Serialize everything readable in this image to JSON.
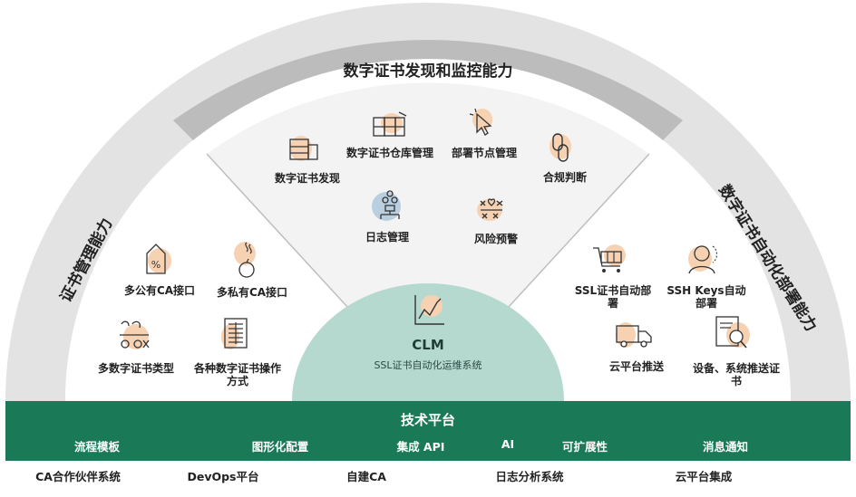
{
  "sections": {
    "top": "数字证书发现和监控能力",
    "left": "证书管理能力",
    "right": "数字证书自动化部署能力"
  },
  "top_items": [
    "数字证书发现",
    "数字证书仓库管理",
    "部署节点管理",
    "合规判断",
    "日志管理",
    "风险预警"
  ],
  "left_items": [
    "多公有CA接口",
    "多私有CA接口",
    "多数字证书类型",
    "各种数字证书操作方式"
  ],
  "right_items": [
    "SSL证书自动部署",
    "SSH Keys自动部署",
    "云平台推送",
    "设备、系统推送证书"
  ],
  "center": {
    "title": "CLM",
    "subtitle": "SSL证书自动化运维系统"
  },
  "platform": {
    "title": "技术平台",
    "items": [
      "流程模板",
      "图形化配置",
      "集成 API",
      "AI",
      "可扩展性",
      "消息通知"
    ]
  },
  "bottom_items": [
    "CA合作伙伴系统",
    "DevOps平台",
    "自建CA",
    "日志分析系统",
    "云平台集成"
  ],
  "colors": {
    "green": "#1a7a58",
    "dark_gray": "#bdbdbd",
    "light_gray": "#e6e6e6",
    "panel": "#f4f4f4",
    "teal": "#b6d9cf",
    "peach": "#f6d2b2",
    "blue": "#b9cfe0"
  }
}
